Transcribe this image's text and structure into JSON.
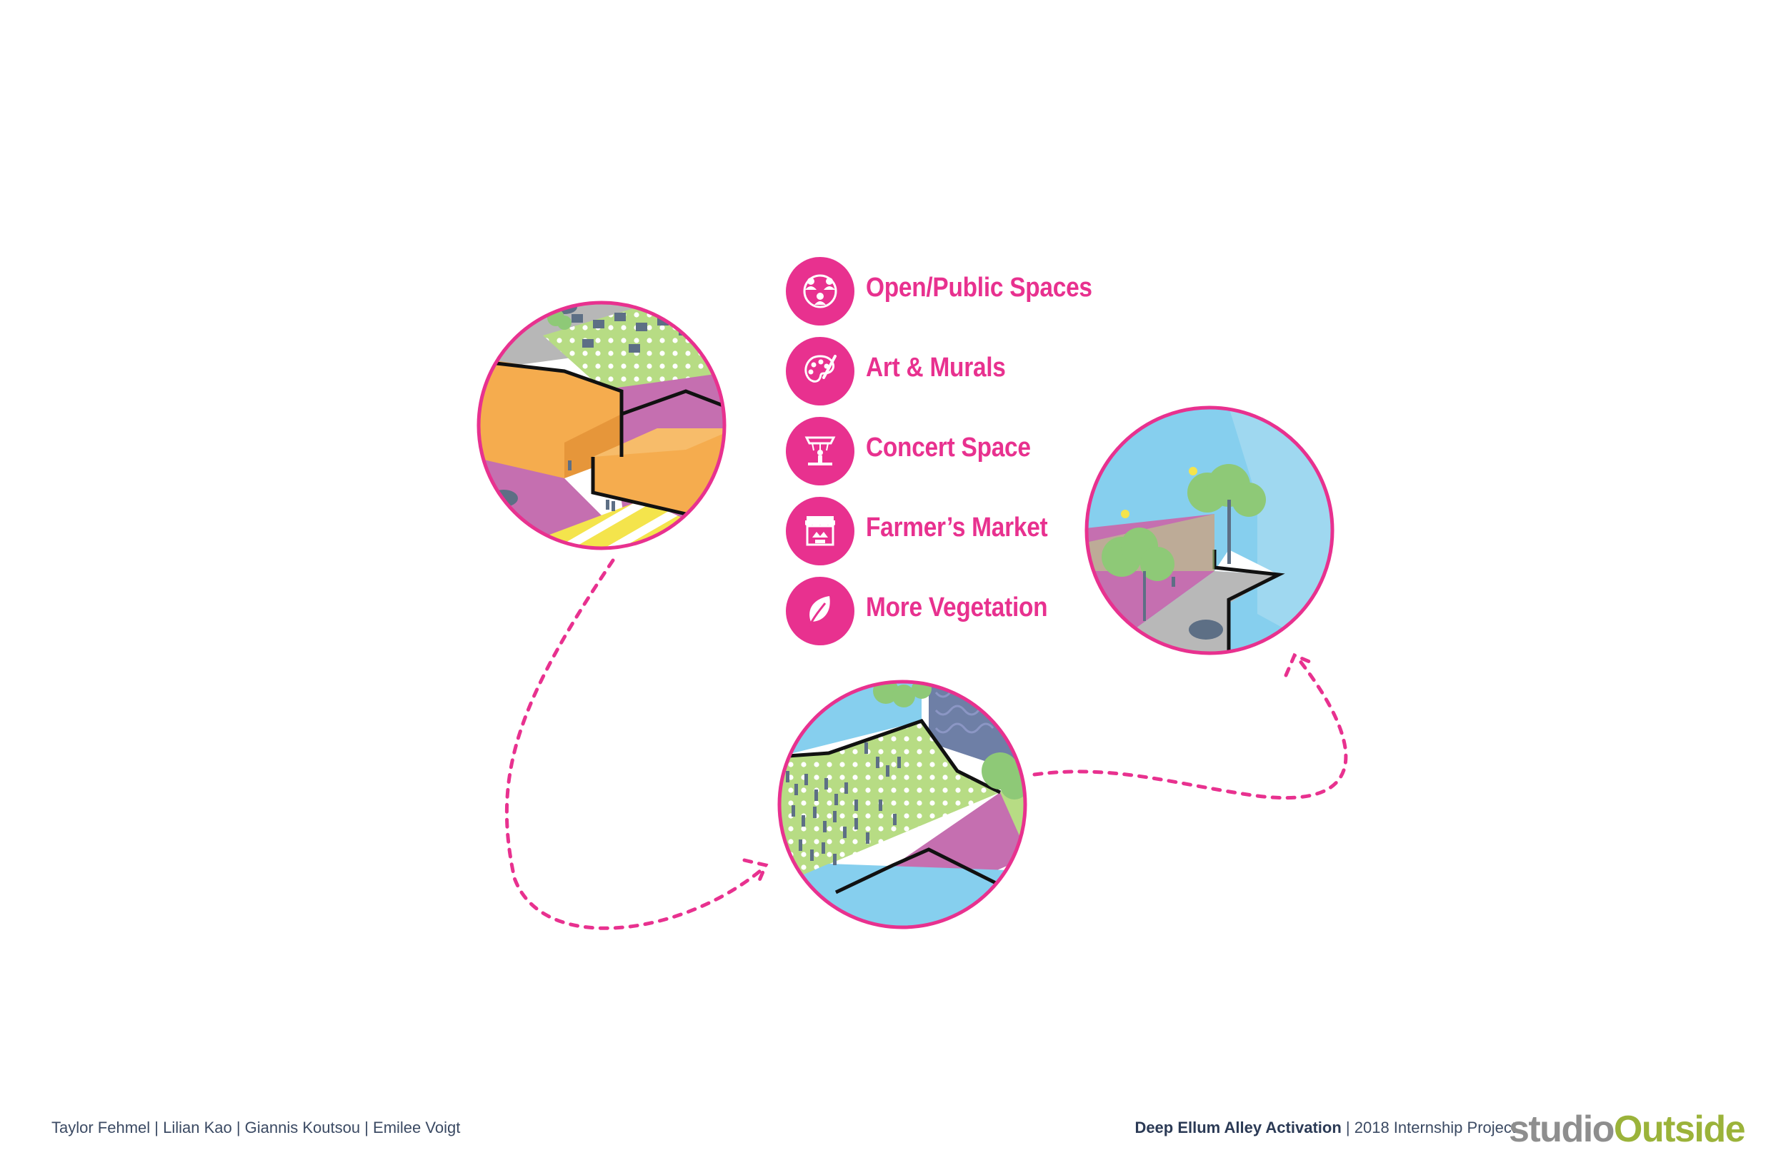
{
  "colors": {
    "accent": "#e8318f",
    "orange": "#f5ac4e",
    "green": "#b7dc84",
    "purple": "#c56fb0",
    "blue": "#86cfee",
    "yellow": "#f4e44c",
    "text": "#3b4a63",
    "logo_gray": "#8e8e8e",
    "logo_green": "#9bb33a"
  },
  "legend": [
    {
      "label": "Open/Public Spaces",
      "icon": "people-group-icon"
    },
    {
      "label": "Art & Murals",
      "icon": "paint-palette-icon"
    },
    {
      "label": "Concert Space",
      "icon": "stage-performer-icon"
    },
    {
      "label": "Farmer’s Market",
      "icon": "market-stall-icon"
    },
    {
      "label": "More Vegetation",
      "icon": "leaf-icon"
    }
  ],
  "vignettes": [
    {
      "id": "alley-before",
      "icon": "buildings-illustration"
    },
    {
      "id": "alley-event-plaza",
      "icon": "plaza-crowd-illustration"
    },
    {
      "id": "alley-green-walk",
      "icon": "green-walk-illustration"
    }
  ],
  "footer": {
    "authors": "Taylor Fehmel | Lilian Kao | Giannis Koutsou | Emilee Voigt",
    "project_title": "Deep Ellum Alley Activation",
    "separator": " | ",
    "project_subtitle": "2018 Internship Project",
    "logo_part1": "studio",
    "logo_part2": "Outside"
  }
}
